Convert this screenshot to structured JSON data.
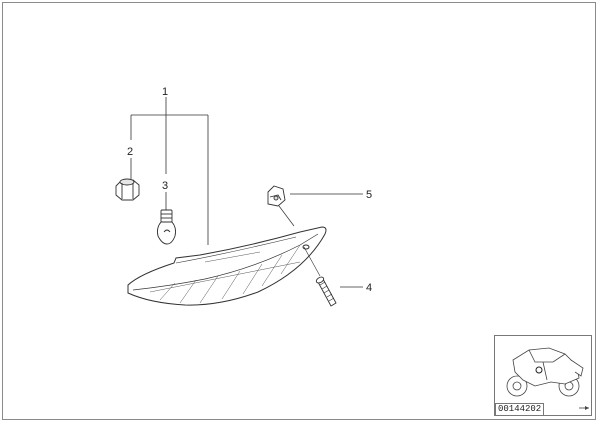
{
  "callouts": [
    {
      "id": "1",
      "label": "1"
    },
    {
      "id": "2",
      "label": "2"
    },
    {
      "id": "3",
      "label": "3"
    },
    {
      "id": "4",
      "label": "4"
    },
    {
      "id": "5",
      "label": "5"
    }
  ],
  "diagram_code": "00144202",
  "colors": {
    "line": "#333333",
    "frame": "#8a8a8a"
  }
}
